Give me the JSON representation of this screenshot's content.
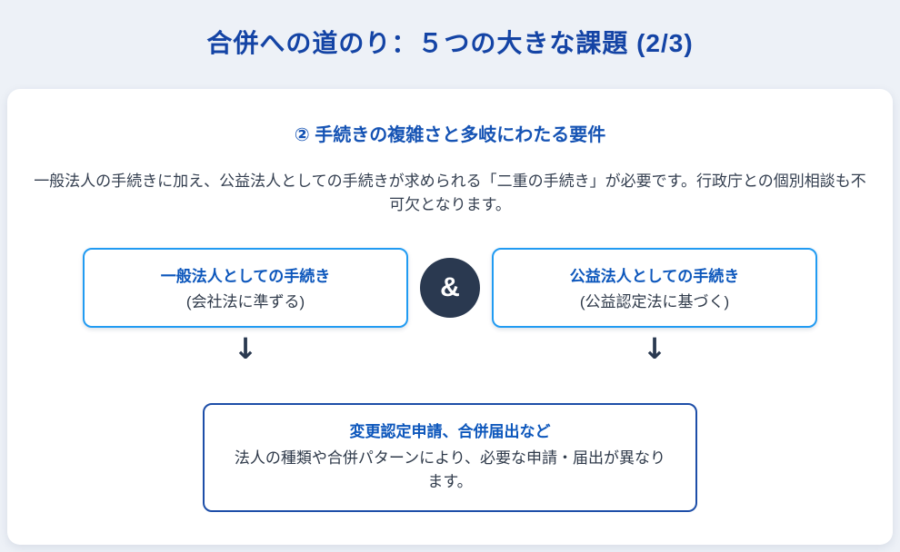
{
  "page": {
    "title": "合併への道のり：５つの大きな課題 (2/3)"
  },
  "card": {
    "heading": "② 手続きの複雑さと多岐にわたる要件",
    "description": "一般法人の手続きに加え、公益法人としての手続きが求められる「二重の手続き」が必要です。行政庁との個別相談も不可欠となります。",
    "left_box": {
      "title": "一般法人としての手続き",
      "subtitle": "(会社法に準ずる)"
    },
    "connector": "&",
    "right_box": {
      "title": "公益法人としての手続き",
      "subtitle": "(公益認定法に基づく)"
    },
    "arrow": "↓",
    "result_box": {
      "title": "変更認定申請、合併届出など",
      "body": "法人の種類や合併パターンにより、必要な申請・届出が異なります。"
    }
  },
  "colors": {
    "page_background": "#EDF1F7",
    "card_background": "#FFFFFF",
    "title_blue": "#1444A5",
    "heading_blue": "#1553B4",
    "accent_blue": "#0D57BC",
    "light_box_border": "#219BF2",
    "dark_box_border": "#1D4EA8",
    "connector_navy": "#2A3950",
    "body_text": "#333E4F"
  }
}
